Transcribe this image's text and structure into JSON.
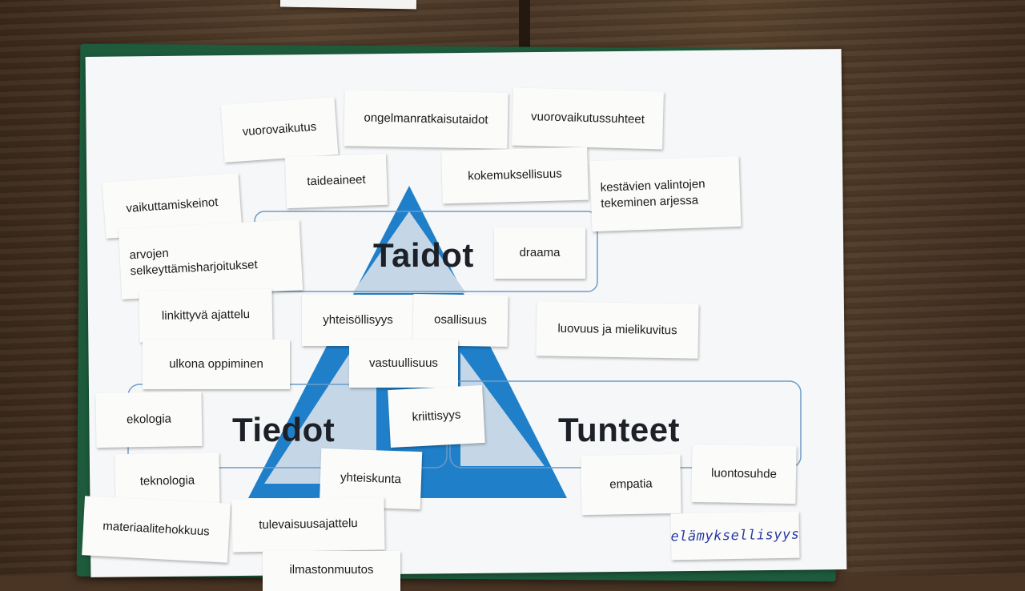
{
  "diagram": {
    "headings": {
      "taidot": "Taidot",
      "tiedot": "Tiedot",
      "tunteet": "Tunteet"
    },
    "colors": {
      "pyramid": "#1f7fc9",
      "pyramid_light": "#c5d7e6",
      "outline": "#6d9cc8"
    }
  },
  "cards": [
    "vuorovaikutus",
    "ongelmanratkaisutaidot",
    "vuorovaikutussuhteet",
    "taideaineet",
    "kokemuksellisuus",
    "kestävien valintojen tekeminen arjessa",
    "vaikuttamiskeinot",
    "arvojen selkeyttämisharjoitukset",
    "draama",
    "linkittyvä ajattelu",
    "yhteisöllisyys",
    "osallisuus",
    "luovuus ja mielikuvitus",
    "ulkona oppiminen",
    "vastuullisuus",
    "ekologia",
    "kriittisyys",
    "teknologia",
    "yhteiskunta",
    "empatia",
    "luontosuhde",
    "materiaalitehokkuus",
    "tulevaisuusajattelu",
    "elämyksellisyys",
    "ilmastonmuutos"
  ]
}
